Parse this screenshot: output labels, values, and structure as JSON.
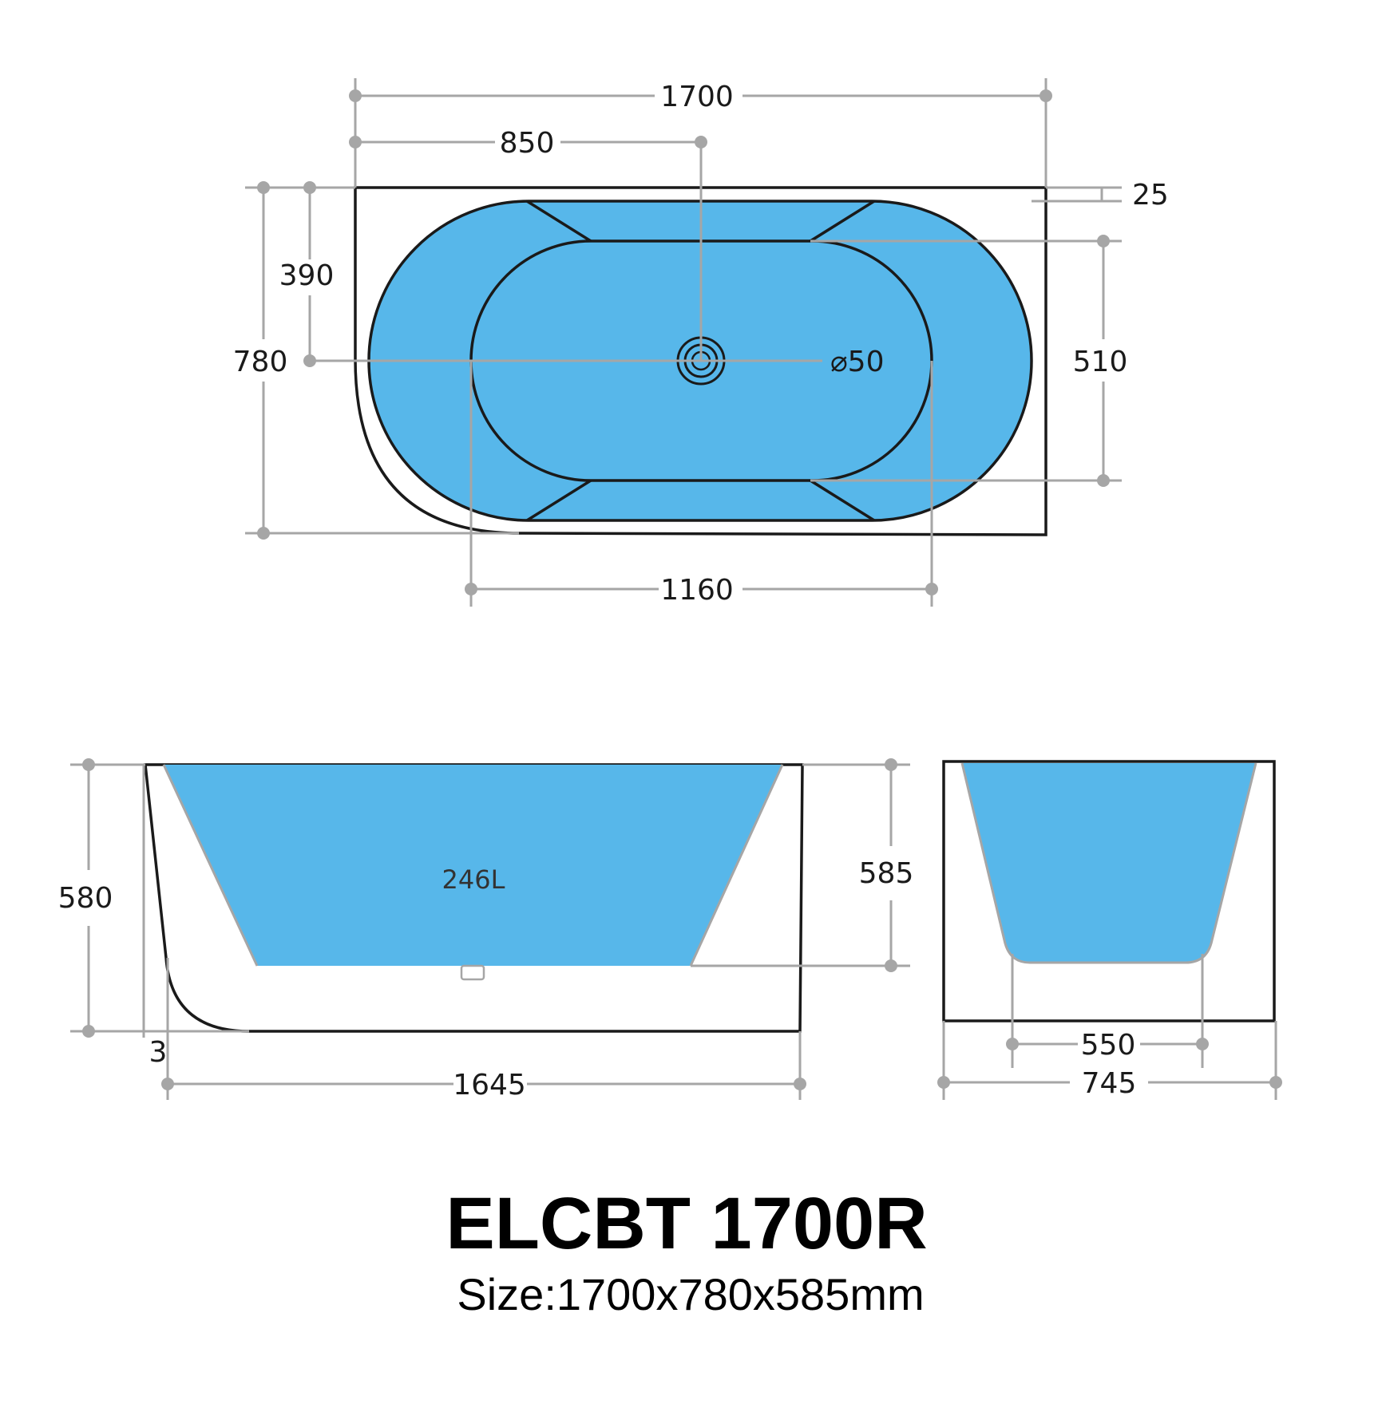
{
  "colors": {
    "water": "#57b7ea",
    "outline": "#1a1a1a",
    "dimension": "#a6a6a6"
  },
  "top_view": {
    "overall_length": "1700",
    "drain_offset": "850",
    "rim_offset": "25",
    "overall_width": "780",
    "drain_from_back": "390",
    "inner_width": "510",
    "inner_length": "1160",
    "drain_diameter": "⌀50"
  },
  "side_view": {
    "height": "580",
    "depth": "585",
    "capacity": "246L",
    "base_gap": "3",
    "base_length": "1645"
  },
  "end_view": {
    "inner_base_width": "550",
    "overall_width": "745"
  },
  "model": "ELCBT 1700R",
  "size": "Size:1700x780x585mm"
}
